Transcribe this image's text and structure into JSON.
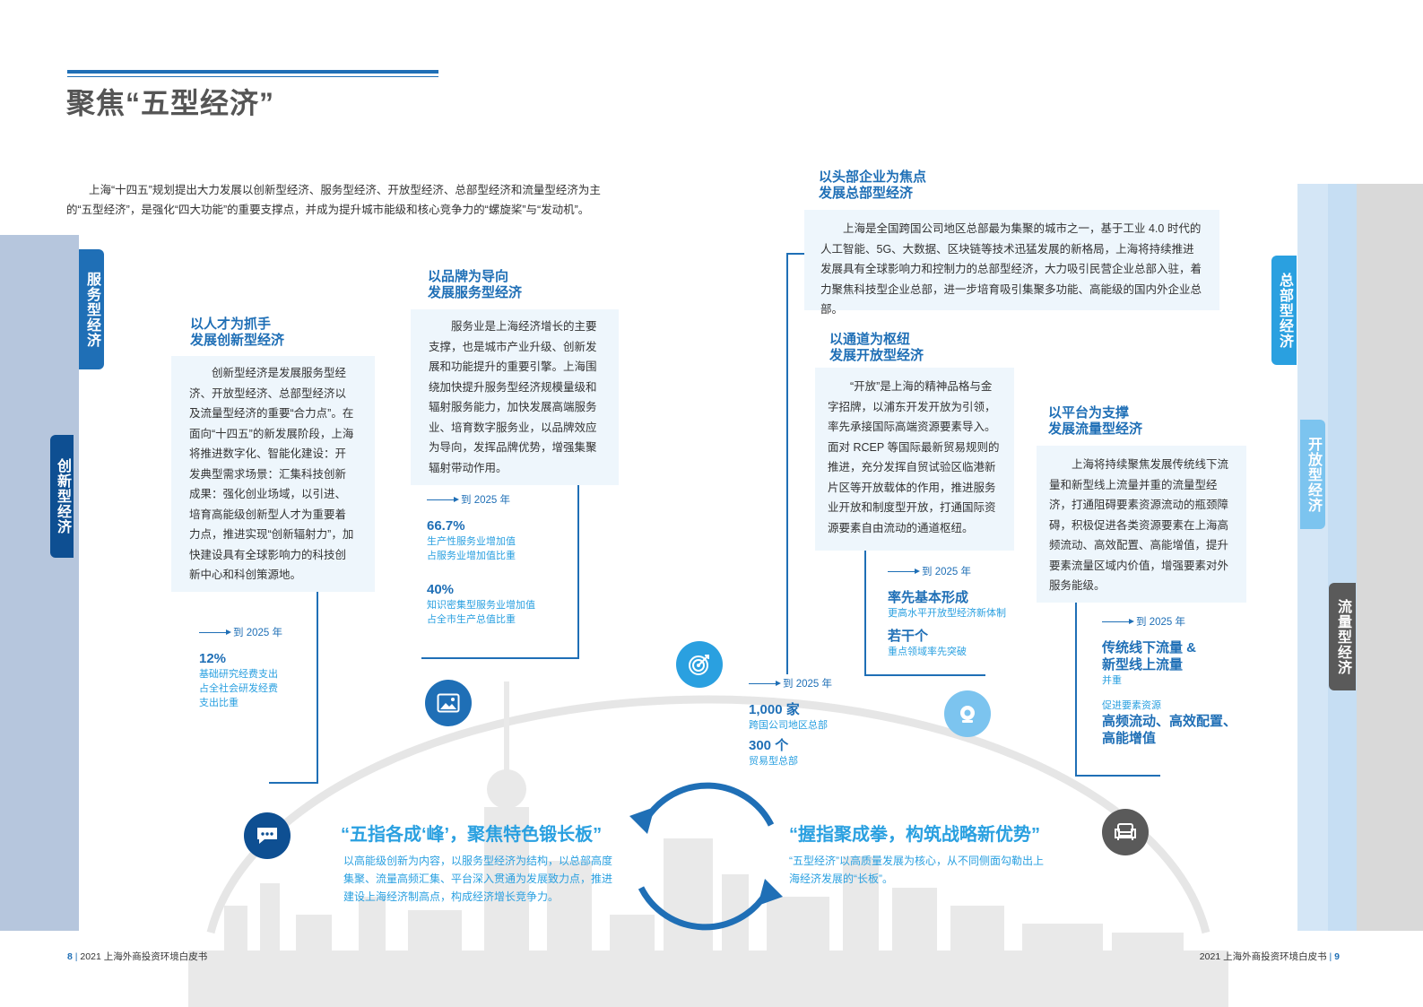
{
  "title": "聚焦“五型经济”",
  "intro": [
    "上海“十四五”规划提出大力发展以创新型经济、服务型经济、开放型经济、总部型经济和流量型经济为主",
    "的“五型经济”，是强化“四大功能”的重要支撑点，并成为提升城市能级和核心竞争力的“螺旋桨”与“发动机”。"
  ],
  "tabs": {
    "service": "服务型经济",
    "innovation": "创新型经济",
    "hq": "总部型经济",
    "open": "开放型经济",
    "flow": "流量型经济"
  },
  "innovation": {
    "heading": "以人才为抓手\n发展创新型经济",
    "body": "创新型经济是发展服务型经济、开放型经济、总部型经济以及流量型经济的重要“合力点”。在面向“十四五”的新发展阶段，上海将推进数字化、智能化建设：开发典型需求场景：汇集科技创新成果：强化创业场域，以引进、培育高能级创新型人才为重要着力点，推进实现“创新辐射力”，加快建设具有全球影响力的科技创新中心和科创策源地。",
    "target": "到 2025 年",
    "stat1_value": "12%",
    "stat1_label": "基础研究经费支出\n占全社会研发经费\n支出比重"
  },
  "service": {
    "heading": "以品牌为导向\n发展服务型经济",
    "body": "服务业是上海经济增长的主要支撑，也是城市产业升级、创新发展和功能提升的重要引擎。上海围绕加快提升服务型经济规模量级和辐射服务能力，加快发展高端服务业、培育数字服务业，以品牌效应为导向，发挥品牌优势，增强集聚辐射带动作用。",
    "target": "到 2025 年",
    "stat1_value": "66.7%",
    "stat1_label": "生产性服务业增加值\n占服务业增加值比重",
    "stat2_value": "40%",
    "stat2_label": "知识密集型服务业增加值\n占全市生产总值比重"
  },
  "hq": {
    "heading": "以头部企业为焦点\n发展总部型经济",
    "body": "上海是全国跨国公司地区总部最为集聚的城市之一，基于工业 4.0 时代的人工智能、5G、大数据、区块链等技术迅猛发展的新格局，上海将持续推进发展具有全球影响力和控制力的总部型经济，大力吸引民营企业总部入驻，着力聚焦科技型企业总部，进一步培育吸引集聚多功能、高能级的国内外企业总部。",
    "target": "到 2025 年",
    "stat1_value": "1,000 家",
    "stat1_label": "跨国公司地区总部",
    "stat2_value": "300 个",
    "stat2_label": "贸易型总部"
  },
  "open": {
    "heading": "以通道为枢纽\n发展开放型经济",
    "body": "“开放”是上海的精神品格与金字招牌，以浦东开发开放为引领，率先承接国际高端资源要素导入。面对 RCEP 等国际最新贸易规则的推进，充分发挥自贸试验区临港新片区等开放载体的作用，推进服务业开放和制度型开放，打通国际资源要素自由流动的通道枢纽。",
    "target": "到 2025 年",
    "stat1_value": "率先基本形成",
    "stat1_label": "更高水平开放型经济新体制",
    "stat2_value": "若干个",
    "stat2_label": "重点领域率先突破"
  },
  "flow": {
    "heading": "以平台为支撑\n发展流量型经济",
    "body": "上海将持续聚焦发展传统线下流量和新型线上流量并重的流量型经济，打通阻碍要素资源流动的瓶颈障碍，积极促进各类资源要素在上海高频流动、高效配置、高能增值，提升要素流量区域内价值，增强要素对外服务能级。",
    "target": "到 2025 年",
    "stat1_value": "传统线下流量 &\n新型线上流量",
    "stat1_label": "并重",
    "stat2_pre": "促进要素资源",
    "stat2_value": "高频流动、高效配置、\n高能增值"
  },
  "quote_left": {
    "title": "“五指各成‘峰’，聚焦特色锻长板”",
    "body": "以高能级创新为内容，以服务型经济为结构，以总部高度集聚、流量高频汇集、平台深入贯通为发展致力点，推进建设上海经济制高点，构成经济增长竞争力。"
  },
  "quote_right": {
    "title": "“握指聚成拳，构筑战略新优势”",
    "body": "“五型经济”以高质量发展为核心，从不同侧面勾勒出上海经济发展的“长板”。"
  },
  "footer": {
    "left_page": "8",
    "left_text": "2021 上海外商投资环境白皮书",
    "right_text": "2021 上海外商投资环境白皮书",
    "right_page": "9"
  },
  "icons": [
    "chat-icon",
    "image-icon",
    "target-icon",
    "camera-icon",
    "sofa-icon"
  ],
  "colors": {
    "dark_blue": "#1f6fb6",
    "light_blue": "#2aa0e0",
    "navy": "#0e4f92",
    "box_bg": "#eef6fc",
    "gray": "#5a5a5a"
  }
}
